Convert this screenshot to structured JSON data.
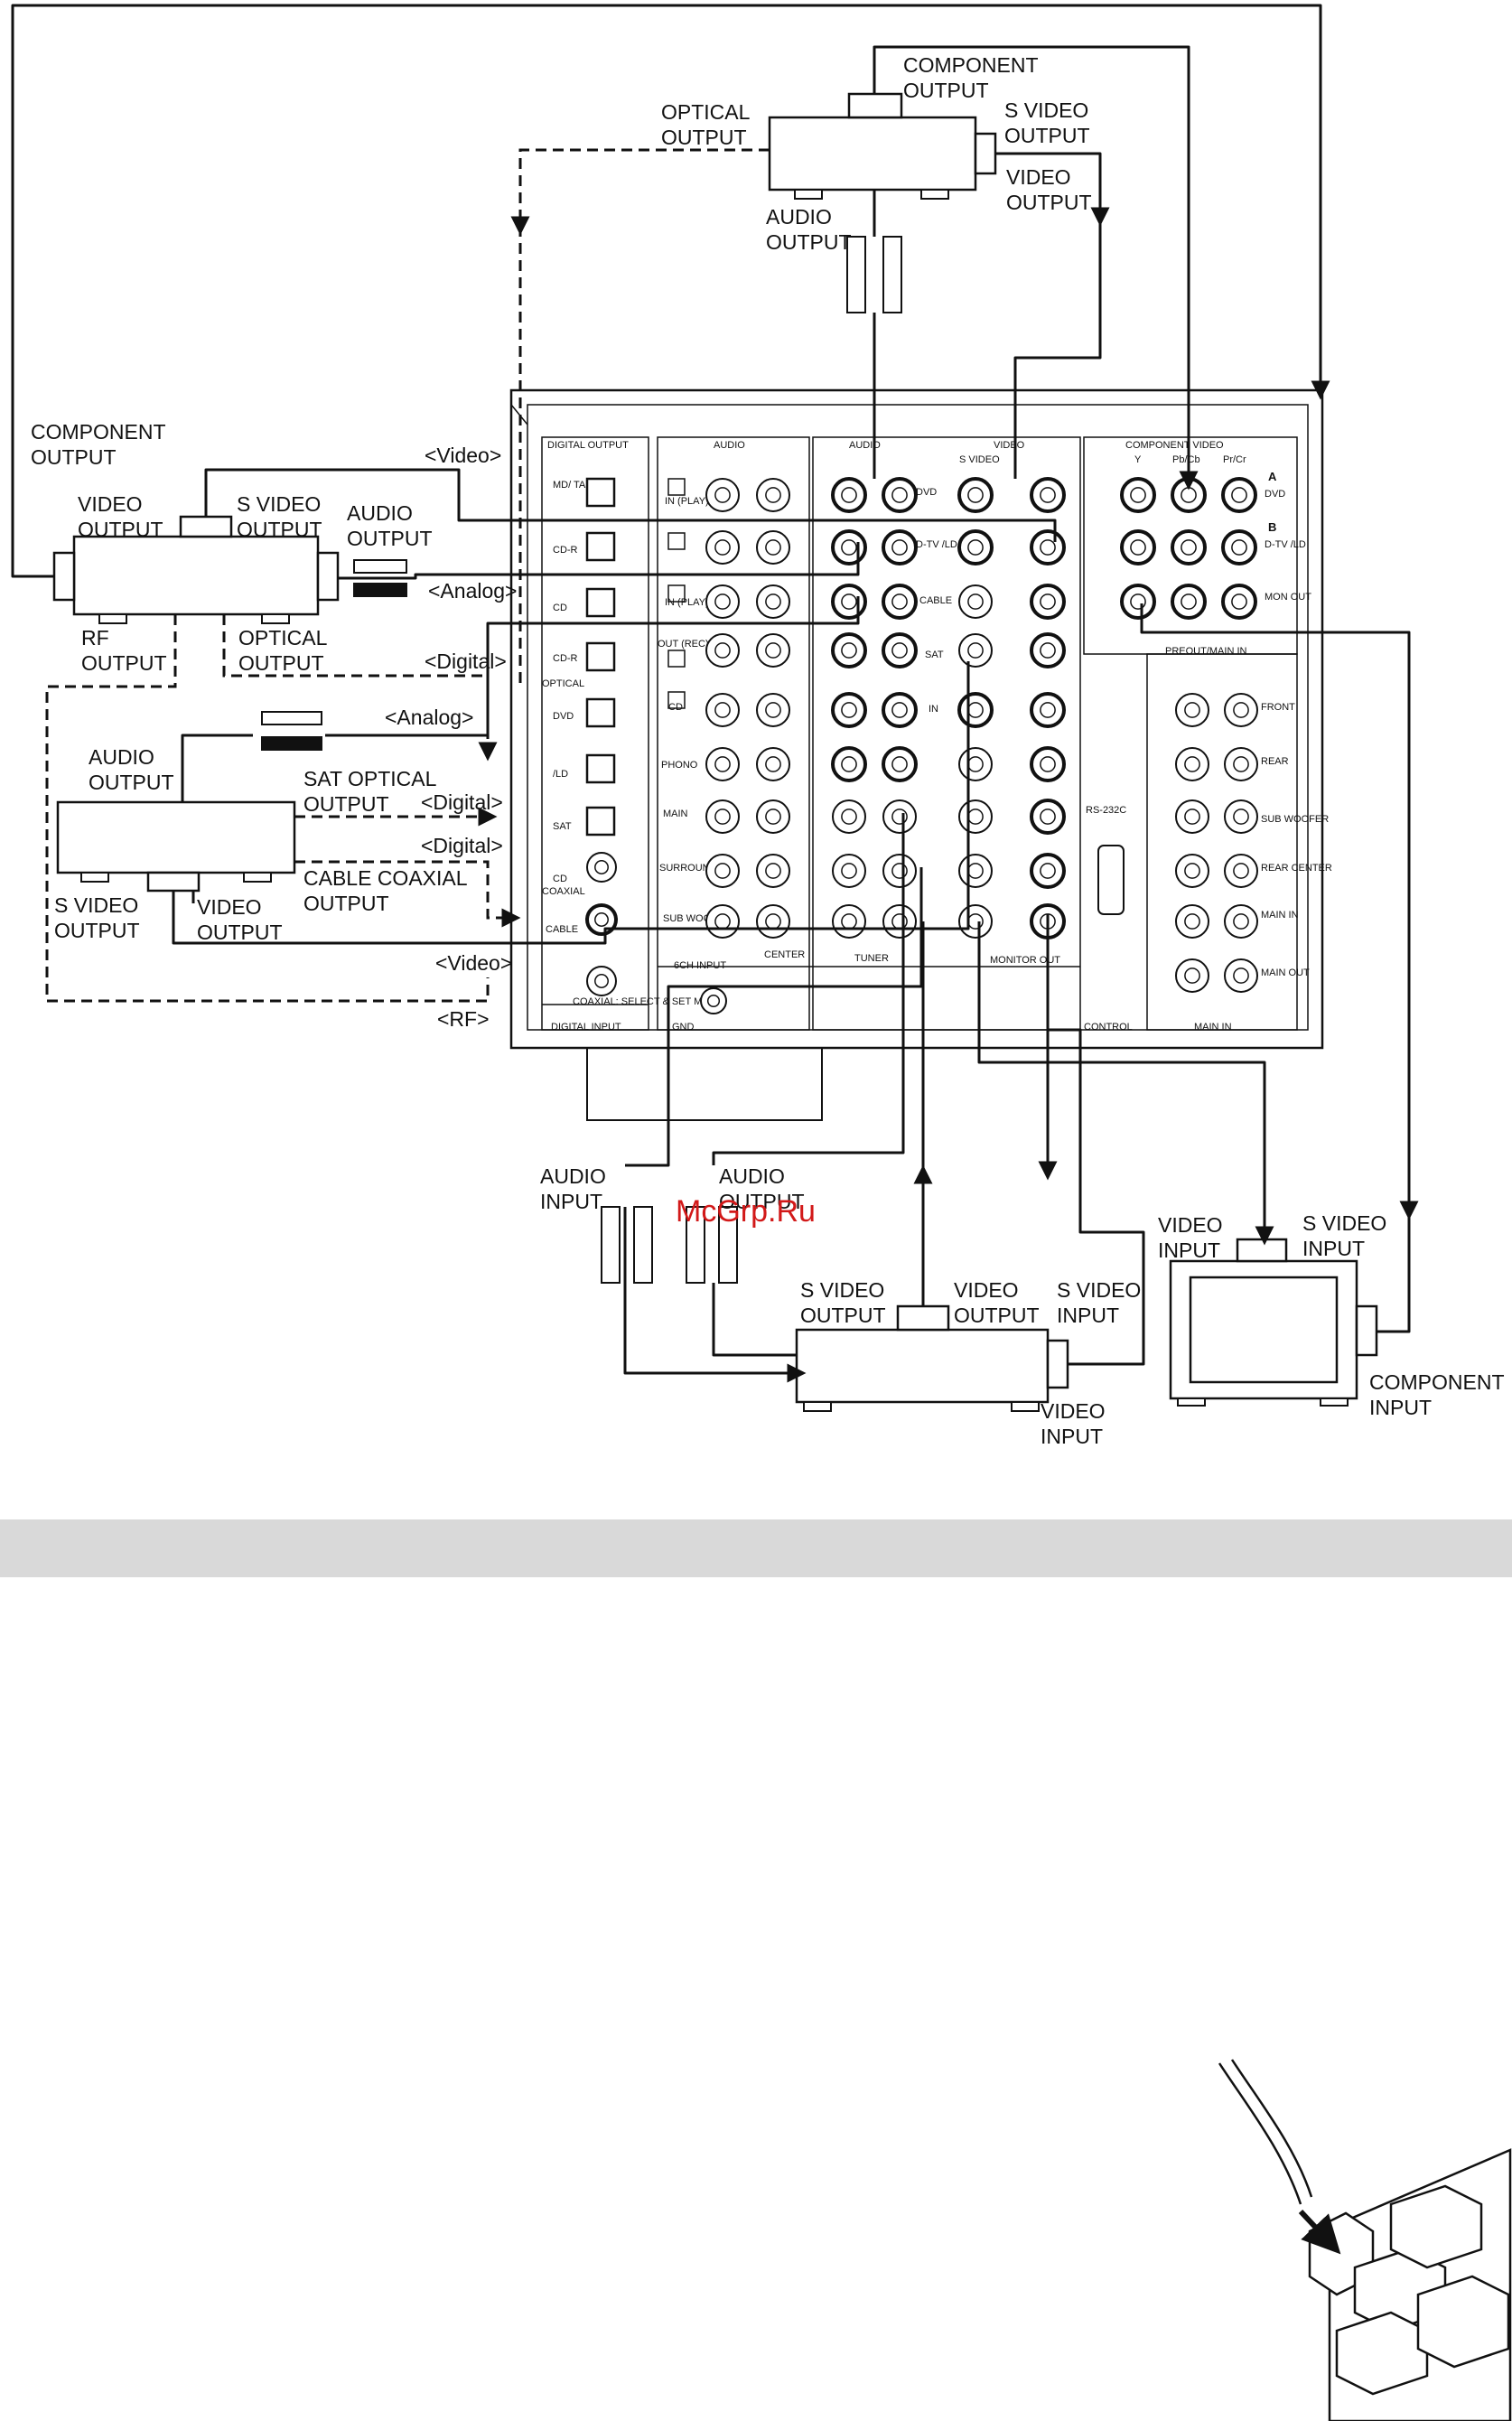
{
  "watermark": "McGrp.Ru",
  "labels": {
    "dvd_component_output": [
      "COMPONENT",
      "OUTPUT"
    ],
    "dvd_optical_output": [
      "OPTICAL",
      "OUTPUT"
    ],
    "dvd_svideo_output": [
      "S VIDEO",
      "OUTPUT"
    ],
    "dvd_video_output": [
      "VIDEO",
      "OUTPUT"
    ],
    "dvd_audio_output": [
      "AUDIO",
      "OUTPUT"
    ],
    "ld_component_output": [
      "COMPONENT",
      "OUTPUT"
    ],
    "ld_video_output": [
      "VIDEO",
      "OUTPUT"
    ],
    "ld_svideo_output": [
      "S VIDEO",
      "OUTPUT"
    ],
    "ld_audio_output": [
      "AUDIO",
      "OUTPUT"
    ],
    "ld_rf_output": [
      "RF",
      "OUTPUT"
    ],
    "ld_optical_output": [
      "OPTICAL",
      "OUTPUT"
    ],
    "sat_audio_output": [
      "AUDIO",
      "OUTPUT"
    ],
    "sat_optical_output": [
      "SAT OPTICAL",
      "OUTPUT"
    ],
    "cable_coaxial_output": [
      "CABLE COAXIAL",
      "OUTPUT"
    ],
    "sat_svideo_output": [
      "S VIDEO",
      "OUTPUT"
    ],
    "sat_video_output": [
      "VIDEO",
      "OUTPUT"
    ],
    "tag_video_top": "<Video>",
    "tag_analog_1": "<Analog>",
    "tag_digital_1": "<Digital>",
    "tag_analog_2": "<Analog>",
    "tag_digital_2": "<Digital>",
    "tag_digital_3": "<Digital>",
    "tag_video_2": "<Video>",
    "tag_rf": "<RF>",
    "vcr_audio_input": [
      "AUDIO",
      "INPUT"
    ],
    "vcr_audio_output": [
      "AUDIO",
      "OUTPUT"
    ],
    "vcr_svideo_output": [
      "S VIDEO",
      "OUTPUT"
    ],
    "vcr_video_output": [
      "VIDEO",
      "OUTPUT"
    ],
    "vcr_svideo_input": [
      "S VIDEO",
      "INPUT"
    ],
    "vcr_video_input": [
      "VIDEO",
      "INPUT"
    ],
    "tv_video_input": [
      "VIDEO",
      "INPUT"
    ],
    "tv_svideo_input": [
      "S VIDEO",
      "INPUT"
    ],
    "tv_component_input": [
      "COMPONENT",
      "INPUT"
    ]
  },
  "panel": {
    "digital_output": "DIGITAL OUTPUT",
    "audio": "AUDIO",
    "video": "VIDEO",
    "component_video": "COMPONENT VIDEO",
    "svideo": "S VIDEO",
    "y": "Y",
    "pbcb": "Pb/Cb",
    "prcr": "Pr/Cr",
    "dvd": "DVD",
    "dtv_ld": "D-TV /LD",
    "mon_out": "MON OUT",
    "cable": "CABLE",
    "sat": "SAT",
    "vcr_in": "IN",
    "vcr_out": "OUT",
    "monitor_out": "MONITOR OUT",
    "rs232c": "RS-232C",
    "preout_main_in": "PREOUT/MAIN IN",
    "front": "FRONT",
    "rear": "REAR",
    "sub_woofer": "SUB WOOFER",
    "rear_center": "REAR CENTER",
    "main_in": "MAIN IN",
    "main_out": "MAIN OUT",
    "control": "CONTROL",
    "main_in_bottom": "MAIN IN",
    "cd": "CD",
    "phono": "PHONO",
    "main": "MAIN",
    "surround": "SURROUND",
    "subwoofer": "SUB WOOFER",
    "center": "CENTER",
    "tuner": "TUNER",
    "6ch_input": "6CH INPUT",
    "gnd": "GND",
    "digital_input": "DIGITAL INPUT",
    "optical": "OPTICAL",
    "coaxial": "COAXIAL",
    "in_play": "IN (PLAY)",
    "out_rec": "OUT (REC)",
    "md_tape": "MD/ TAPE",
    "cd_r": "CD-R",
    "sat_lbl": "SAT",
    "cable_lbl": "CABLE",
    "ld_lbl": "/LD",
    "coax_select": "COAXIAL: SELECT & SET MENU",
    "section_a": "A",
    "section_b": "B"
  }
}
